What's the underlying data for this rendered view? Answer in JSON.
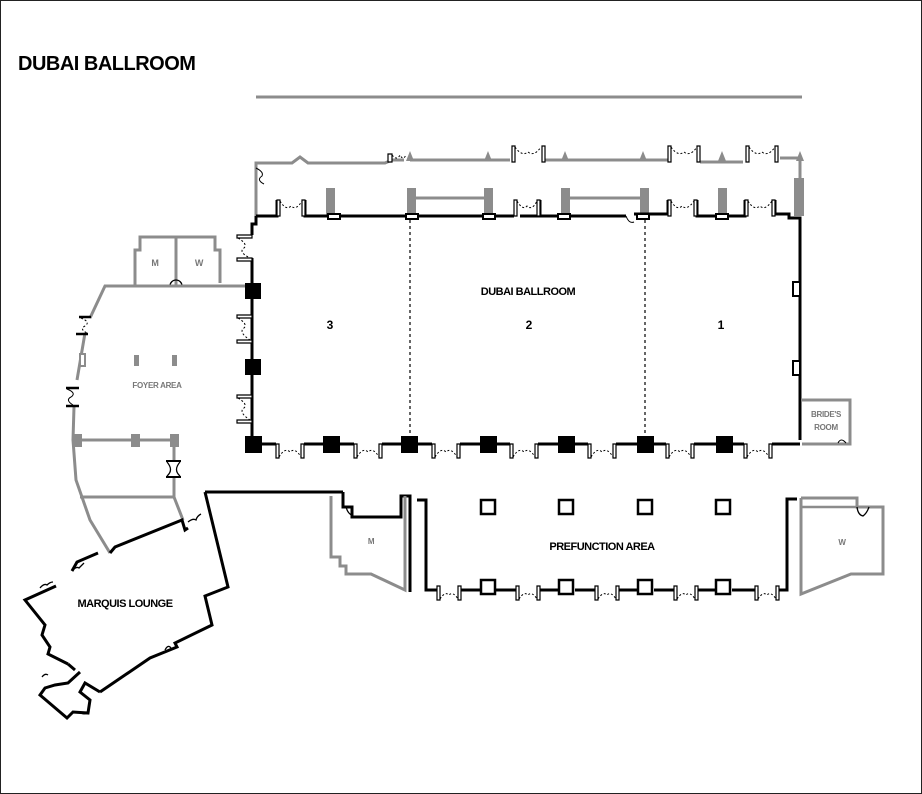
{
  "page": {
    "title": "DUBAI BALLROOM"
  },
  "plan": {
    "ballroom": {
      "label": "DUBAI BALLROOM",
      "sections": [
        {
          "number": "3"
        },
        {
          "number": "2"
        },
        {
          "number": "1"
        }
      ]
    },
    "foyer": {
      "label": "FOYER AREA"
    },
    "restrooms_foyer": {
      "men": "M",
      "women": "W"
    },
    "brides_room": {
      "line1": "BRIDE'S",
      "line2": "ROOM"
    },
    "prefunction": {
      "label": "PREFUNCTION AREA"
    },
    "restroom_prefunction_men": {
      "label": "M"
    },
    "restroom_prefunction_women": {
      "label": "W"
    },
    "marquis_lounge": {
      "label": "MARQUIS LOUNGE"
    }
  },
  "colors": {
    "wall_primary": "#000000",
    "wall_secondary": "#8c8c8c",
    "background": "#ffffff"
  }
}
